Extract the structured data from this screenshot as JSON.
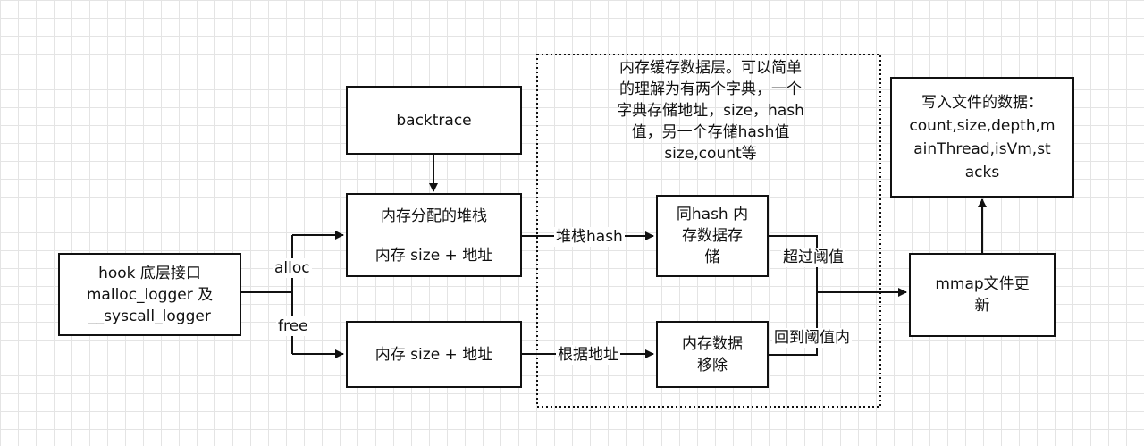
{
  "nodes": {
    "hook": "hook 底层接口\nmalloc_logger 及\n__syscall_logger",
    "backtrace": "backtrace",
    "alloc_stack_title": "内存分配的堆栈",
    "alloc_stack_sub": "内存 size + 地址",
    "free_mem": "内存 size + 地址",
    "hash_store": "同hash 内\n存数据存\n储",
    "mem_remove": "内存数据\n移除",
    "mmap_update": "mmap文件更\n新",
    "write_data": "写入文件的数据：\ncount,size,depth,m\nainThread,isVm,st\nacks"
  },
  "edge_labels": {
    "alloc": "alloc",
    "free": "free",
    "stack_hash": "堆栈hash",
    "by_address": "根据地址",
    "over_threshold": "超过阈值",
    "back_within_threshold": "回到阈值内"
  },
  "cache_layer_note": "内存缓存数据层。可以简单\n的理解为有两个字典，一个\n字典存储地址，size，hash\n值，另一个存储hash值\nsize,count等"
}
